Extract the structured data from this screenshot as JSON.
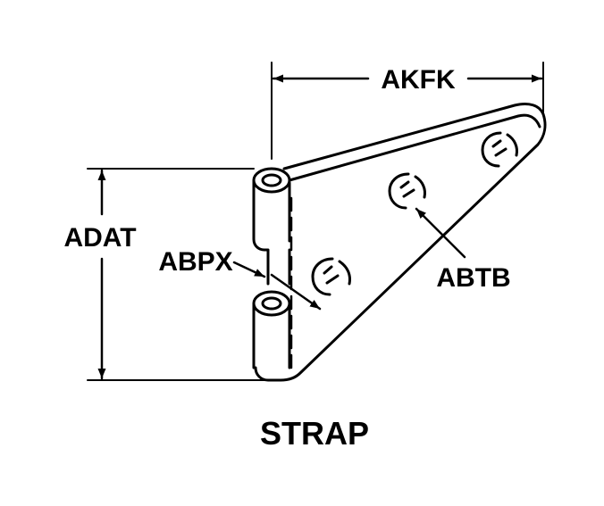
{
  "title": "STRAP",
  "dimensions": {
    "width_label": "AKFK",
    "height_label": "ADAT",
    "hinge_gap_label": "ABPX",
    "hole_label": "ABTB"
  },
  "colors": {
    "ink": "#000000",
    "paper": "#ffffff"
  }
}
